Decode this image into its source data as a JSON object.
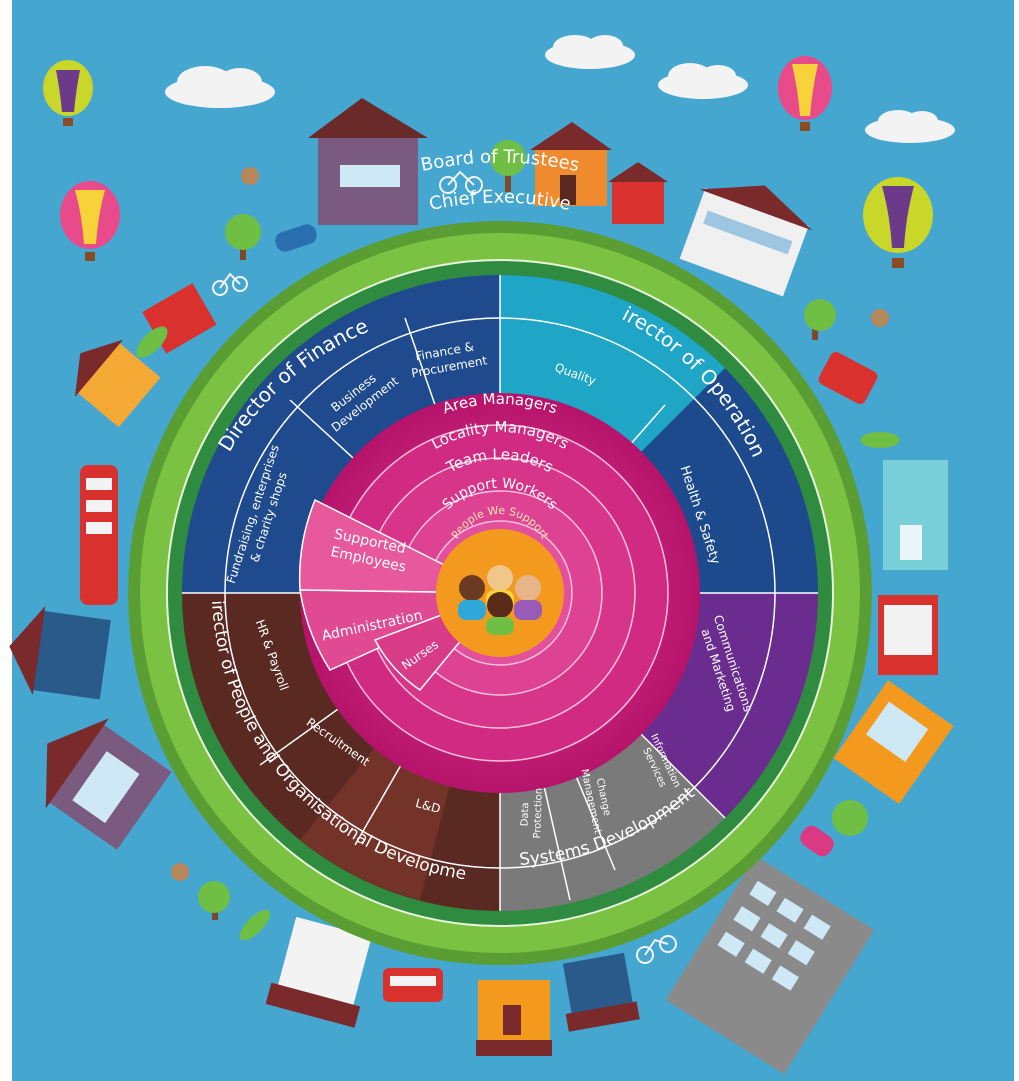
{
  "colors": {
    "sky": "#45a6d0",
    "grass_outer": "#5a9e33",
    "trustees_ring": "#7cc242",
    "exec_ring": "#2f8b40",
    "inner_green": "#1f6e3a",
    "finance": "#1f4a8e",
    "operations_teal": "#1fa5c5",
    "operations_navy": "#1c4a8c",
    "comms_purple": "#6a2c8e",
    "systems_grey": "#7a7a7a",
    "people_dev": "#5a2a22",
    "magenta": "#c91d77",
    "center_orange": "#f39a1e",
    "text_light": "#ffffff",
    "text_cream": "#fde7b0"
  },
  "rings": {
    "board": "Board of Trustees",
    "chief": "Chief Executive"
  },
  "directors": {
    "finance": "Director of Finance",
    "operations": "Director of Operations",
    "people": "Director of People and Organisational Development",
    "systems": "Systems Development"
  },
  "departments": {
    "finance_procurement": [
      "Finance &",
      "Procurement"
    ],
    "business_development": [
      "Business",
      "Development"
    ],
    "fundraising": [
      "Fundraising, enterprises",
      "& charity shops"
    ],
    "quality": "Quality",
    "health_safety": "Health & Safety",
    "comms": [
      "Communications",
      "and Marketing"
    ],
    "info_services": [
      "Information",
      "Services"
    ],
    "change_management": [
      "Change",
      "Management"
    ],
    "data_protection": [
      "Data",
      "Protection"
    ],
    "hr_payroll": "HR & Payroll",
    "recruitment": "Recruitment",
    "lnd": "L&D"
  },
  "management": {
    "area": "Area Managers",
    "locality": "Locality Managers",
    "team": "Team Leaders",
    "support": "Support Workers",
    "center": "People We Support"
  },
  "side_groups": {
    "supported": [
      "Supported",
      "Employees"
    ],
    "administration": "Administration",
    "nurses": "Nurses"
  },
  "decorations": [
    "hot-air-balloon",
    "cloud",
    "house",
    "tree",
    "bicycle",
    "car",
    "bus",
    "apartment-block",
    "bird"
  ]
}
